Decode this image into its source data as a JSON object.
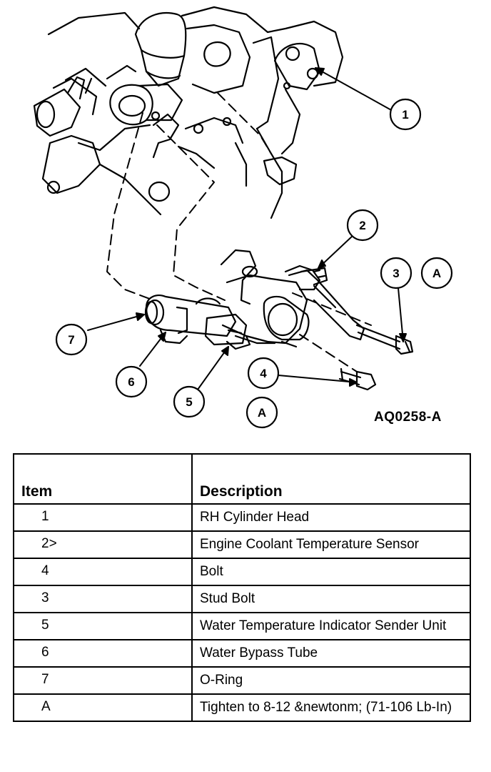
{
  "figure": {
    "id": "AQ0258-A",
    "callouts": [
      {
        "label": "1",
        "name": "callout-1"
      },
      {
        "label": "2",
        "name": "callout-2"
      },
      {
        "label": "3",
        "name": "callout-3"
      },
      {
        "label": "A",
        "name": "callout-a-upper"
      },
      {
        "label": "4",
        "name": "callout-4"
      },
      {
        "label": "A",
        "name": "callout-a-lower"
      },
      {
        "label": "5",
        "name": "callout-5"
      },
      {
        "label": "6",
        "name": "callout-6"
      },
      {
        "label": "7",
        "name": "callout-7"
      }
    ]
  },
  "table": {
    "headers": {
      "item": "Item",
      "description": "Description"
    },
    "rows": [
      {
        "item": "1",
        "description": "RH Cylinder Head"
      },
      {
        "item": "2>",
        "description": "Engine Coolant Temperature Sensor"
      },
      {
        "item": "4",
        "description": "Bolt"
      },
      {
        "item": "3",
        "description": "Stud Bolt"
      },
      {
        "item": "5",
        "description": "Water Temperature Indicator Sender Unit"
      },
      {
        "item": "6",
        "description": "Water Bypass Tube"
      },
      {
        "item": "7",
        "description": "O-Ring"
      },
      {
        "item": "A",
        "description": "Tighten to 8-12 &newtonm; (71-106 Lb-In)"
      }
    ]
  }
}
